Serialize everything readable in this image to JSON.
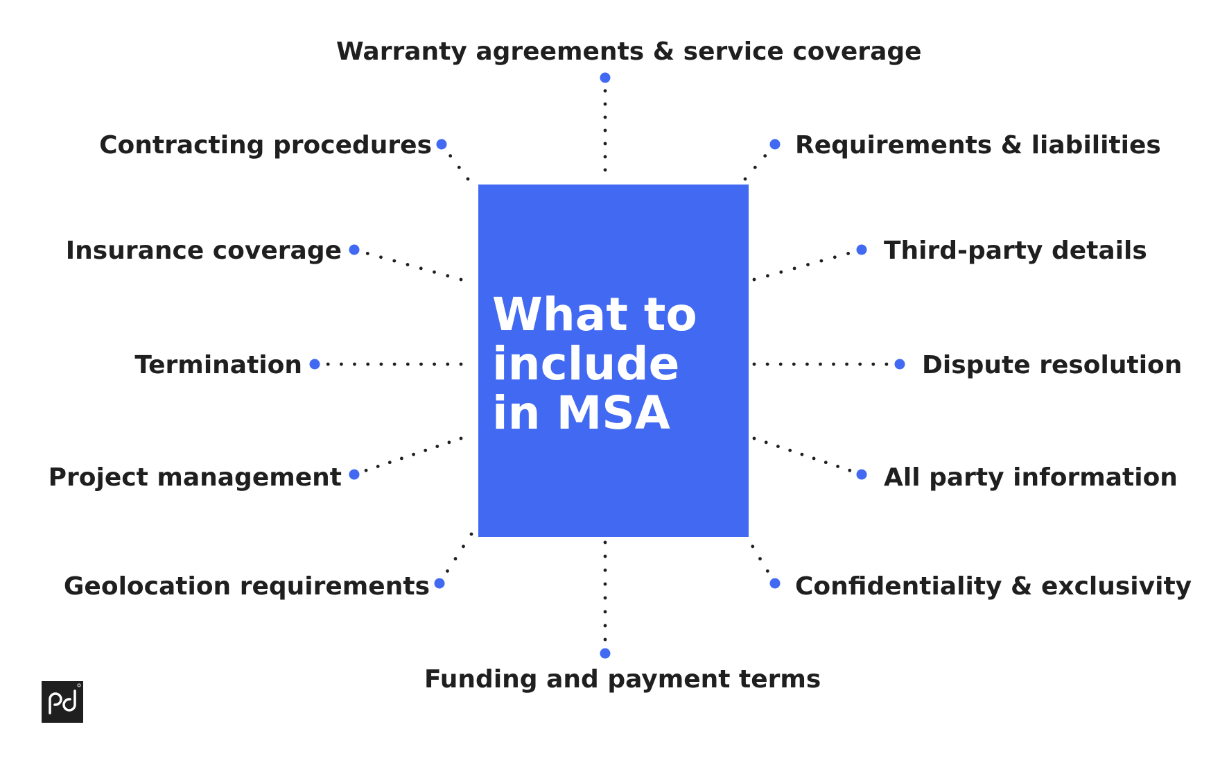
{
  "center": {
    "title": "What to include in MSA",
    "color": "#4169f2"
  },
  "accent_color": "#4169f2",
  "text_color": "#1f1f1f",
  "topics": {
    "warranty": "Warranty agreements & service coverage",
    "contracting": "Contracting procedures",
    "requirements": "Requirements & liabilities",
    "insurance": "Insurance coverage",
    "third_party": "Third-party details",
    "termination": "Termination",
    "dispute": "Dispute resolution",
    "project": "Project management",
    "all_party": "All party information",
    "geolocation": "Geolocation requirements",
    "confidentiality": "Confidentiality & exclusivity",
    "funding": "Funding and payment terms"
  },
  "logo": {
    "icon": "pd-logo-icon"
  }
}
